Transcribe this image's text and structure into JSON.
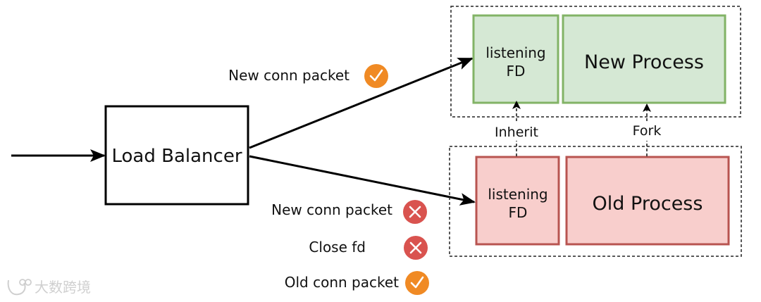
{
  "diagram": {
    "load_balancer_label": "Load Balancer",
    "new_group": {
      "listening_fd": {
        "line1": "listening",
        "line2": "FD"
      },
      "process_label": "New Process",
      "fill": "#d5e8d4",
      "stroke": "#82b366"
    },
    "old_group": {
      "listening_fd": {
        "line1": "listening",
        "line2": "FD"
      },
      "process_label": "Old Process",
      "fill": "#f8cecc",
      "stroke": "#b85450"
    },
    "relations": {
      "inherit_label": "Inherit",
      "fork_label": "Fork"
    },
    "packets": [
      {
        "label": "New conn packet",
        "status": "check"
      },
      {
        "label": "New conn packet",
        "status": "cross"
      },
      {
        "label": "Close fd",
        "status": "cross"
      },
      {
        "label": "Old conn packet",
        "status": "check"
      }
    ],
    "status_colors": {
      "check": "#f08a24",
      "cross": "#d9534f"
    },
    "icons": {
      "check": "check-circle-icon",
      "cross": "x-circle-icon"
    }
  },
  "watermark": {
    "text": "大数跨境",
    "icon": "logo-icon"
  }
}
